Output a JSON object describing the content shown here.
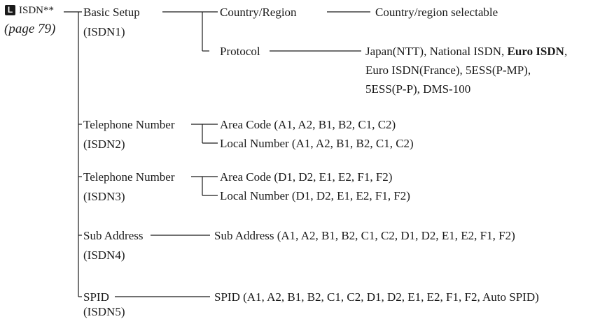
{
  "header": {
    "badge": "L",
    "title": "ISDN**",
    "page_ref": "(page 79)"
  },
  "groups": [
    {
      "name": "Basic Setup",
      "code": "(ISDN1)",
      "items": [
        {
          "label": "Country/Region",
          "value": "Country/region selectable"
        },
        {
          "label": "Protocol",
          "value_line1_pre": "Japan(NTT), National ISDN, ",
          "value_line1_bold": "Euro ISDN",
          "value_line1_post": ",",
          "value_line2": "Euro ISDN(France), 5ESS(P-MP),",
          "value_line3": "5ESS(P-P), DMS-100"
        }
      ]
    },
    {
      "name": "Telephone Number",
      "code": "(ISDN2)",
      "items": [
        {
          "label": "Area Code (A1, A2, B1, B2, C1, C2)"
        },
        {
          "label": "Local Number (A1, A2, B1, B2, C1, C2)"
        }
      ]
    },
    {
      "name": "Telephone Number",
      "code": "(ISDN3)",
      "items": [
        {
          "label": "Area Code (D1, D2, E1, E2, F1, F2)"
        },
        {
          "label": "Local Number (D1, D2, E1, E2, F1, F2)"
        }
      ]
    },
    {
      "name": "Sub Address",
      "code": "(ISDN4)",
      "items": [
        {
          "label": "Sub Address (A1, A2, B1, B2, C1, C2, D1, D2, E1, E2, F1, F2)"
        }
      ]
    },
    {
      "name": "SPID",
      "code": "(ISDN5)",
      "items": [
        {
          "label": "SPID (A1, A2, B1, B2, C1, C2, D1, D2, E1, E2, F1, F2, Auto SPID)"
        }
      ]
    }
  ]
}
